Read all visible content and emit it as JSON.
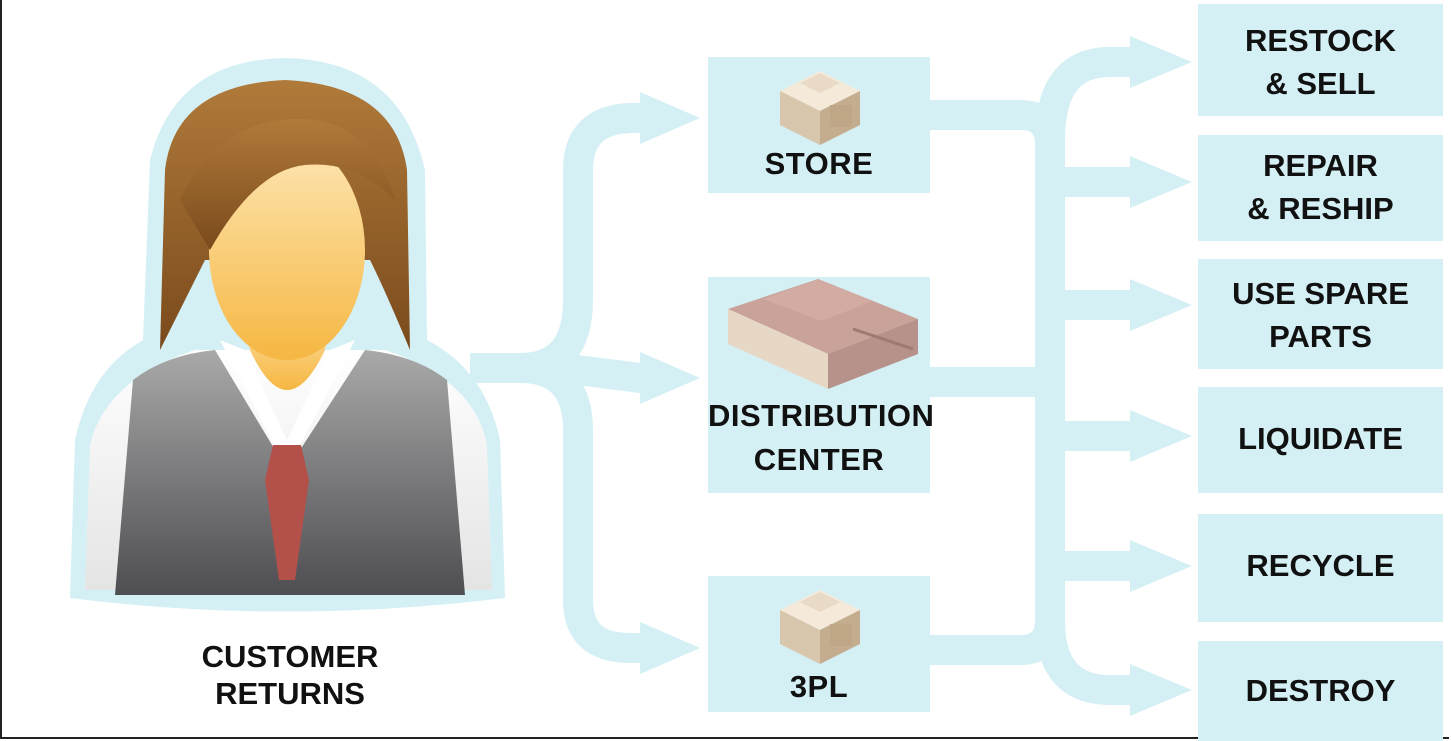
{
  "source": {
    "label_line1": "CUSTOMER",
    "label_line2": "RETURNS",
    "icon": "customer-person-icon"
  },
  "nodes": [
    {
      "id": "store",
      "label_line1": "STORE",
      "label_line2": "",
      "icon": "building-icon"
    },
    {
      "id": "distribution-center",
      "label_line1": "DISTRIBUTION",
      "label_line2": "CENTER",
      "icon": "warehouse-icon"
    },
    {
      "id": "3pl",
      "label_line1": "3PL",
      "label_line2": "",
      "icon": "building-icon"
    }
  ],
  "destinations": [
    {
      "label_line1": "RESTOCK",
      "label_line2": "& SELL"
    },
    {
      "label_line1": "REPAIR",
      "label_line2": "& RESHIP"
    },
    {
      "label_line1": "USE SPARE",
      "label_line2": "PARTS"
    },
    {
      "label_line1": "LIQUIDATE",
      "label_line2": ""
    },
    {
      "label_line1": "RECYCLE",
      "label_line2": ""
    },
    {
      "label_line1": "DESTROY",
      "label_line2": ""
    }
  ],
  "colors": {
    "flow": "#d4f0f5",
    "box": "#d4f0f5",
    "text": "#111111"
  }
}
